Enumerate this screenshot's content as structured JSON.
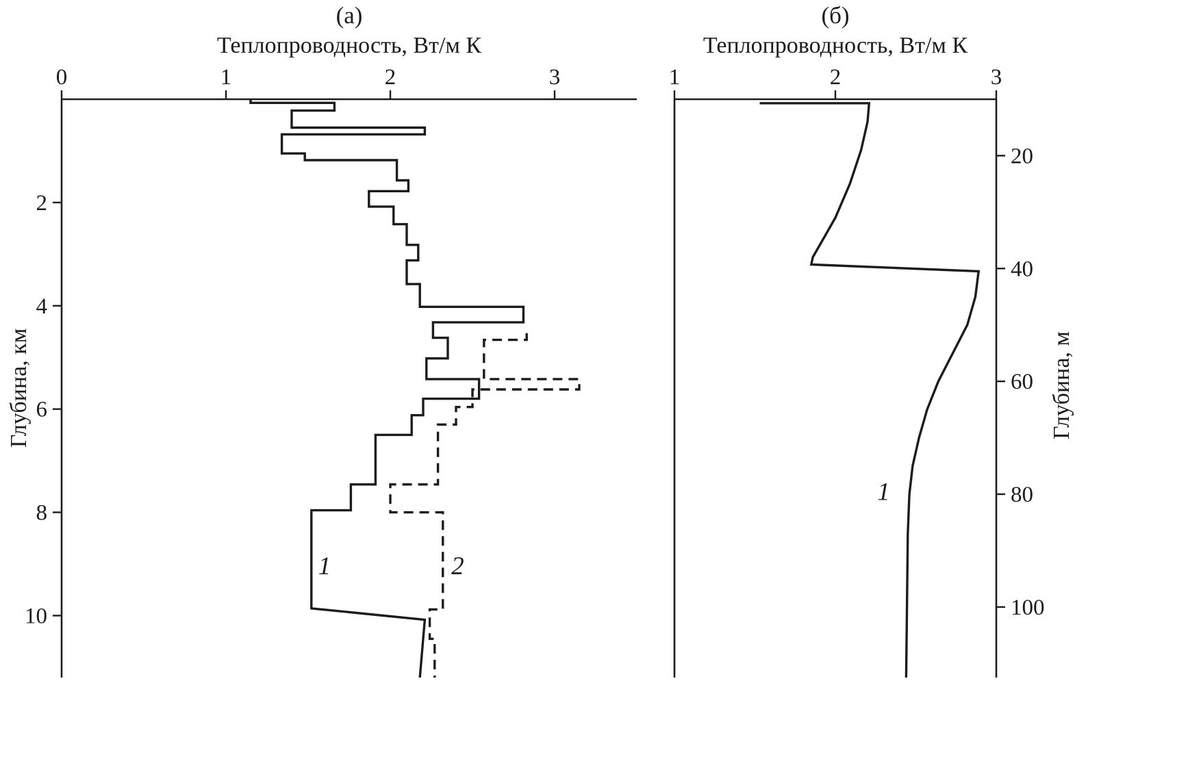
{
  "chart_data": [
    {
      "type": "line",
      "title": "(а)",
      "xlabel": "Теплопроводность, Вт/м К",
      "ylabel": "Глубина, км",
      "xlim": [
        0,
        3.5
      ],
      "ylim": [
        0,
        11.2
      ],
      "y_inverted_depth": true,
      "grid": false,
      "x_ticks": [
        0,
        1,
        2,
        3
      ],
      "y_ticks": [
        2,
        4,
        6,
        8,
        10
      ],
      "y_tick_side": "left",
      "series": [
        {
          "name": "1",
          "style": "solid",
          "label": "1",
          "label_at": [
            1.6,
            9.2
          ],
          "points": [
            [
              1.15,
              0.0
            ],
            [
              1.15,
              0.07
            ],
            [
              1.66,
              0.07
            ],
            [
              1.66,
              0.22
            ],
            [
              1.4,
              0.22
            ],
            [
              1.4,
              0.55
            ],
            [
              2.21,
              0.55
            ],
            [
              2.21,
              0.68
            ],
            [
              1.34,
              0.68
            ],
            [
              1.34,
              1.05
            ],
            [
              1.48,
              1.05
            ],
            [
              1.48,
              1.18
            ],
            [
              2.04,
              1.18
            ],
            [
              2.04,
              1.57
            ],
            [
              2.11,
              1.57
            ],
            [
              2.11,
              1.78
            ],
            [
              1.87,
              1.78
            ],
            [
              1.87,
              2.08
            ],
            [
              2.02,
              2.08
            ],
            [
              2.02,
              2.42
            ],
            [
              2.1,
              2.42
            ],
            [
              2.1,
              2.82
            ],
            [
              2.17,
              2.82
            ],
            [
              2.17,
              3.12
            ],
            [
              2.1,
              3.12
            ],
            [
              2.1,
              3.58
            ],
            [
              2.18,
              3.58
            ],
            [
              2.18,
              4.02
            ],
            [
              2.81,
              4.02
            ],
            [
              2.81,
              4.32
            ],
            [
              2.26,
              4.32
            ],
            [
              2.26,
              4.62
            ],
            [
              2.35,
              4.62
            ],
            [
              2.35,
              5.02
            ],
            [
              2.22,
              5.02
            ],
            [
              2.22,
              5.42
            ],
            [
              2.54,
              5.42
            ],
            [
              2.54,
              5.8
            ],
            [
              2.2,
              5.8
            ],
            [
              2.2,
              6.12
            ],
            [
              2.13,
              6.12
            ],
            [
              2.13,
              6.5
            ],
            [
              1.91,
              6.5
            ],
            [
              1.91,
              7.46
            ],
            [
              1.76,
              7.46
            ],
            [
              1.76,
              7.96
            ],
            [
              1.52,
              7.96
            ],
            [
              1.52,
              9.86
            ],
            [
              2.21,
              10.08
            ],
            [
              2.18,
              11.2
            ]
          ]
        },
        {
          "name": "2",
          "style": "dashed",
          "label": "2",
          "label_at": [
            2.41,
            9.2
          ],
          "points": [
            [
              2.83,
              4.53
            ],
            [
              2.83,
              4.66
            ],
            [
              2.57,
              4.66
            ],
            [
              2.57,
              5.42
            ],
            [
              3.15,
              5.42
            ],
            [
              3.15,
              5.62
            ],
            [
              2.5,
              5.62
            ],
            [
              2.5,
              5.96
            ],
            [
              2.4,
              5.96
            ],
            [
              2.4,
              6.3
            ],
            [
              2.29,
              6.3
            ],
            [
              2.29,
              7.46
            ],
            [
              2.0,
              7.46
            ],
            [
              2.0,
              8.0
            ],
            [
              2.32,
              8.0
            ],
            [
              2.32,
              9.88
            ],
            [
              2.24,
              9.88
            ],
            [
              2.24,
              10.45
            ],
            [
              2.27,
              10.45
            ],
            [
              2.27,
              11.2
            ]
          ]
        }
      ]
    },
    {
      "type": "line",
      "title": "(б)",
      "xlabel": "Теплопроводность, Вт/м К",
      "ylabel": "Глубина, м",
      "xlim": [
        1,
        3
      ],
      "ylim": [
        10,
        112.5
      ],
      "y_inverted_depth": true,
      "grid": false,
      "x_ticks": [
        1,
        2,
        3
      ],
      "y_ticks": [
        20,
        40,
        60,
        80,
        100
      ],
      "y_tick_side": "right",
      "series": [
        {
          "name": "1",
          "style": "solid",
          "label": "1",
          "label_at": [
            2.3,
            81
          ],
          "points": [
            [
              1.53,
              10.7
            ],
            [
              2.21,
              10.7
            ],
            [
              2.2,
              14
            ],
            [
              2.16,
              19
            ],
            [
              2.09,
              25
            ],
            [
              2.0,
              31
            ],
            [
              1.92,
              35
            ],
            [
              1.86,
              38
            ],
            [
              1.85,
              39.3
            ],
            [
              2.89,
              40.5
            ],
            [
              2.87,
              45
            ],
            [
              2.82,
              50
            ],
            [
              2.73,
              55
            ],
            [
              2.64,
              60
            ],
            [
              2.57,
              65
            ],
            [
              2.52,
              70
            ],
            [
              2.48,
              75
            ],
            [
              2.46,
              80
            ],
            [
              2.45,
              87
            ],
            [
              2.44,
              112.5
            ]
          ]
        }
      ]
    }
  ]
}
